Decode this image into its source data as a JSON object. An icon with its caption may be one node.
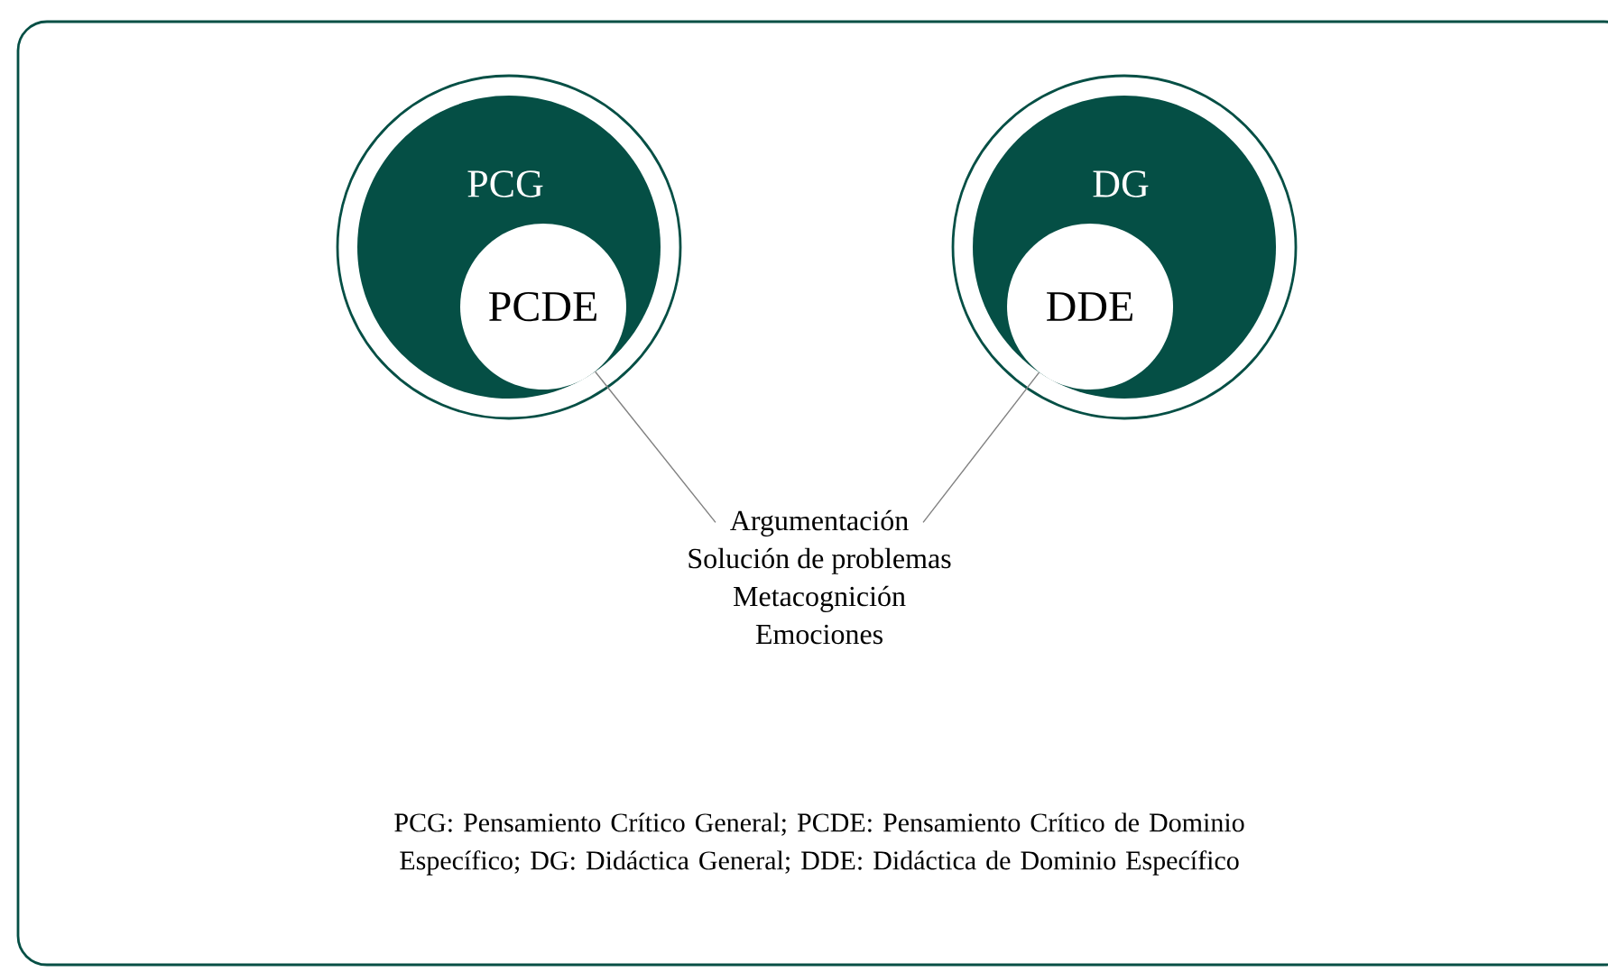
{
  "diagram": {
    "caption": "PCG: Pensamiento Crítico General; PCDE: Pensamiento Crítico de Dominio Específico; DG: Didáctica General; DDE: Didáctica de Dominio Específico",
    "nodes": [
      {
        "text": [
          "PCG"
        ]
      },
      {
        "text": [
          "PCDE"
        ],
        "in": 0
      },
      {
        "text": [
          "DG"
        ]
      },
      {
        "text": [
          "DDE"
        ],
        "in": 2
      },
      {
        "text": [
          "Argumentación",
          "Solución de problemas",
          "Metacognición",
          "Emociones"
        ]
      }
    ],
    "edges": [
      {
        "from": 4,
        "to": 1,
        "arrow": "none"
      },
      {
        "from": 4,
        "to": 3,
        "arrow": "none"
      }
    ]
  }
}
